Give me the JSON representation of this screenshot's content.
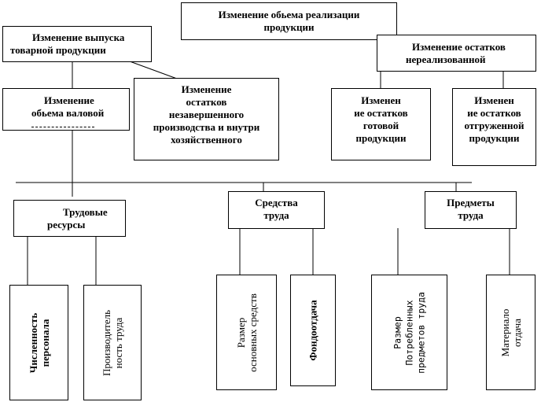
{
  "nodes": {
    "root": {
      "lines": [
        "Изменение обьема реализации",
        "продукции"
      ]
    },
    "output": {
      "lines": [
        "Изменение выпуска",
        "товарной продукции"
      ]
    },
    "unsold": {
      "lines": [
        "Изменение остатков",
        "нереализованной"
      ]
    },
    "gross": {
      "lines": [
        "Изменение",
        "обьема валовой"
      ]
    },
    "wip": {
      "lines": [
        "Изменение",
        "остатков",
        "незавершенного",
        "производства и внутри",
        "хозяйственного"
      ]
    },
    "finished": {
      "lines": [
        "Изменен",
        "ие остатков",
        "готовой",
        "продукции"
      ]
    },
    "shipped": {
      "lines": [
        "Изменен",
        "ие остатков",
        "отгруженной",
        "продукции"
      ]
    },
    "labor": {
      "lines": [
        "Трудовые",
        "ресурсы"
      ]
    },
    "means": {
      "lines": [
        "Средства",
        "труда"
      ]
    },
    "objects": {
      "lines": [
        "Предметы",
        "труда"
      ]
    },
    "headcount": {
      "lines": [
        "Численность",
        "персонала"
      ]
    },
    "productivity": {
      "lines": [
        "Производитель",
        "ность труда"
      ]
    },
    "fixed_assets": {
      "lines": [
        "Размер",
        "основных средств"
      ]
    },
    "capital_yield": {
      "lines": [
        "Фондоотдача"
      ]
    },
    "consumed": {
      "lines": [
        "Размер",
        "Потребленных",
        "предметов  труда"
      ]
    },
    "material_yield": {
      "lines": [
        "Материало",
        "отдача"
      ]
    }
  }
}
